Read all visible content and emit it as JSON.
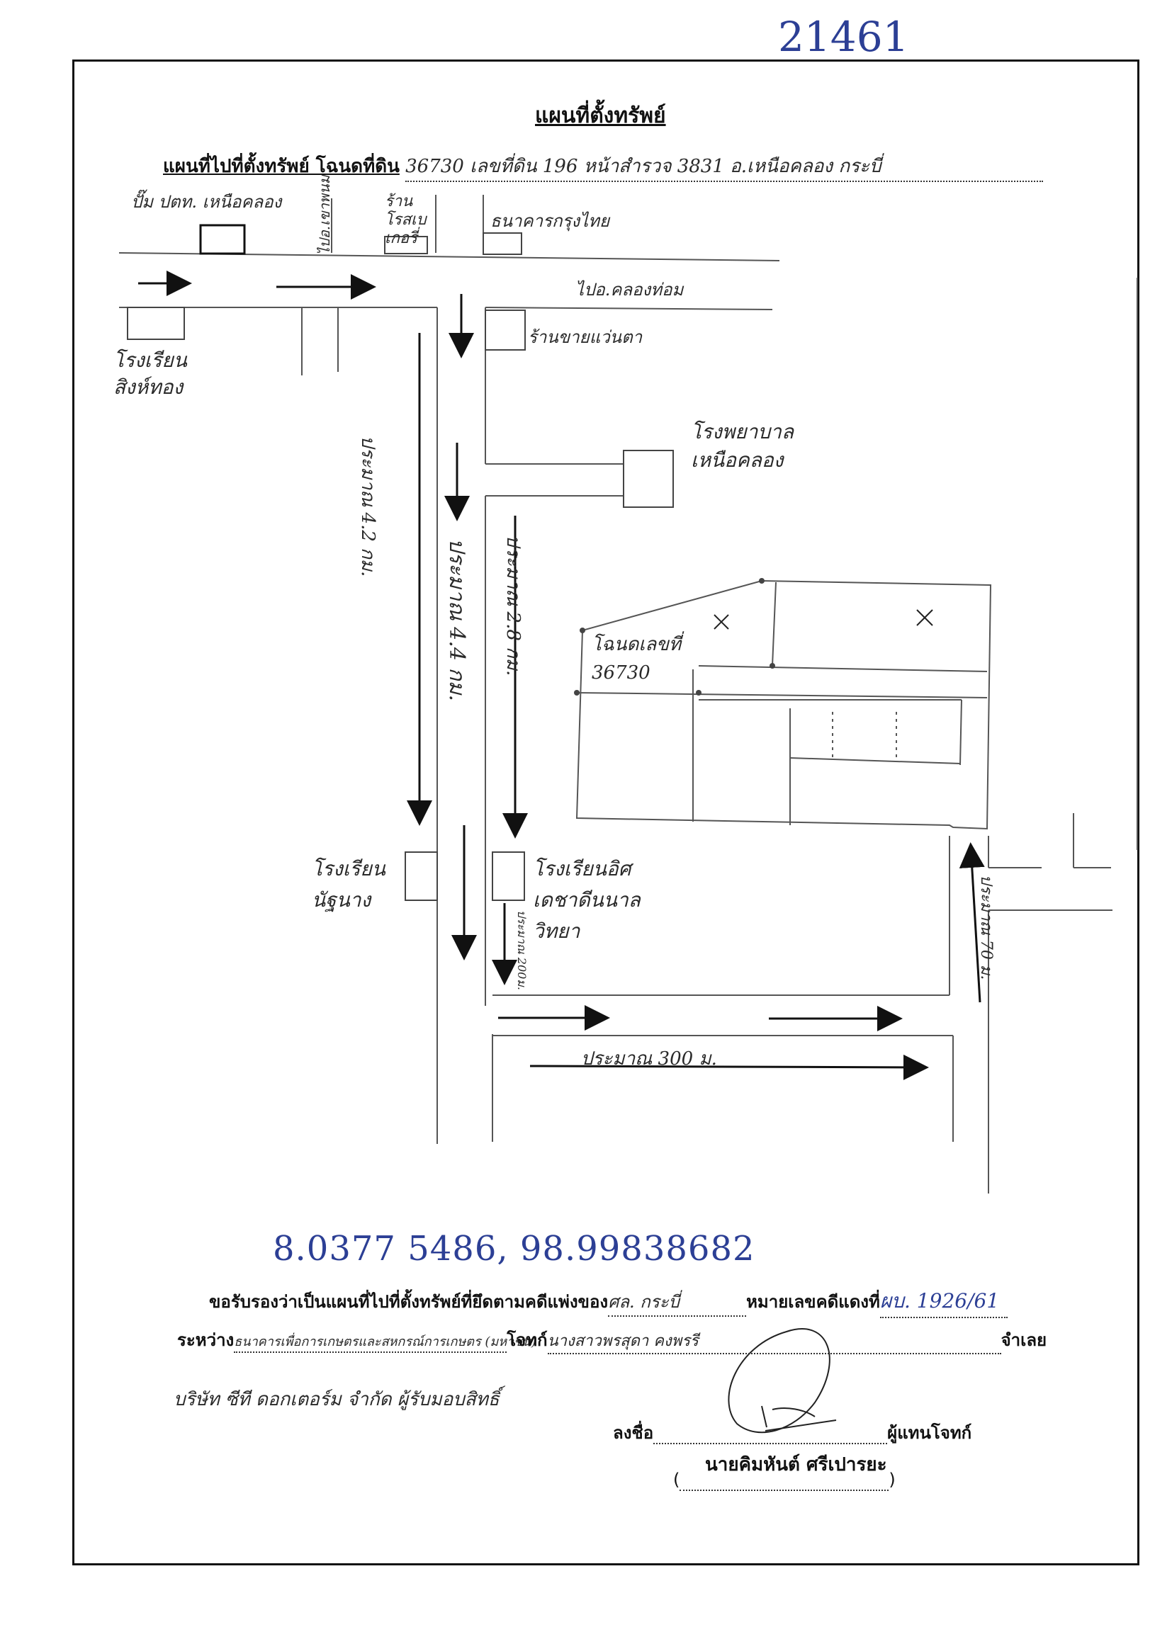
{
  "case_number_top": "21461",
  "title": "แผนที่ตั้งทรัพย์",
  "subtitle": {
    "prefix": "แผนที่ไปที่ตั้งทรัพย์ โฉนดที่ดิน",
    "fill": "36730 เลขที่ดิน 196 หน้าสำรวจ 3831 อ.เหนือคลอง กระบี่"
  },
  "map": {
    "labels": {
      "gas_station": "ปั๊ม ปตท. เหนือคลอง",
      "to_side_road": "ไปอ.เขาพนม",
      "bakery": "ร้านโรสเบเกอรี่",
      "bank": "ธนาคารกรุงไทย",
      "to_khlong_thom": "ไปอ.คลองท่อม",
      "school_1": "โรงเรียน สิงห์ทอง",
      "optical_shop": "ร้านขายแว่นตา",
      "hospital": "โรงพยาบาล เหนือคลอง",
      "dist_42": "ประมาณ 4.2 กม.",
      "dist_44": "ประมาณ 4.4 กม.",
      "dist_28": "ประมาณ 2.8 กม.",
      "deed": "โฉนดเลขที่ 36730",
      "school_2": "โรงเรียน นัฐนาง",
      "school_3": "โรงเรียนอิศเดชาดีนนาลวิทยา",
      "dist_200": "ประมาณ 200ม.",
      "dist_70": "ประมาณ 70 ม.",
      "dist_300": "ประมาณ 300 ม."
    }
  },
  "coordinates": "8.0377 5486, 98.99838682",
  "certify": {
    "line1_prefix": "ขอรับรองว่าเป็นแผนที่ไปที่ตั้งทรัพย์ที่ยึดตามคดีแพ่งของ",
    "line1_court": "ศล. กระบี่",
    "line1_mid": "หมายเลขคดีแดงที่",
    "line1_case": "ผบ. 1926/61",
    "line2_prefix": "ระหว่าง",
    "line2_plaintiff": "ธนาคารเพื่อการเกษตรและสหกรณ์การเกษตร (มหาชน)",
    "line2_mid": "โจทก์",
    "line2_defendant": "นางสาวพรสุดา คงพรรี",
    "line2_suffix": "จำเลย",
    "company_note": "บริษัท ซีที ดอกเตอร์ม จำกัด ผู้รับมอบสิทธิ์",
    "sign_prefix": "ลงชื่อ",
    "sign_suffix": "ผู้แทนโจทก์",
    "signer_name": "นายคิมหันต์ ศรีเปารยะ"
  }
}
